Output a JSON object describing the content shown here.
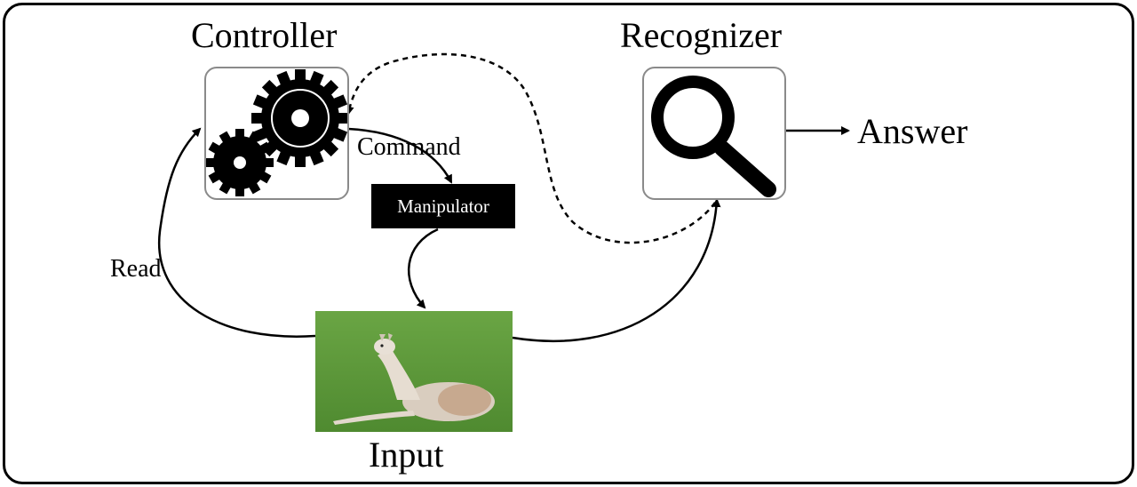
{
  "nodes": {
    "controller": "Controller",
    "recognizer": "Recognizer",
    "manipulator": "Manipulator",
    "input": "Input",
    "answer": "Answer"
  },
  "edges": {
    "read": "Read",
    "command": "Command"
  },
  "icons": {
    "controller": "gears-icon",
    "recognizer": "magnifier-icon",
    "input": "llama-photo"
  },
  "colors": {
    "stroke": "#000000",
    "box_border": "#8a8a8a",
    "grass": "#5e9a3a"
  }
}
